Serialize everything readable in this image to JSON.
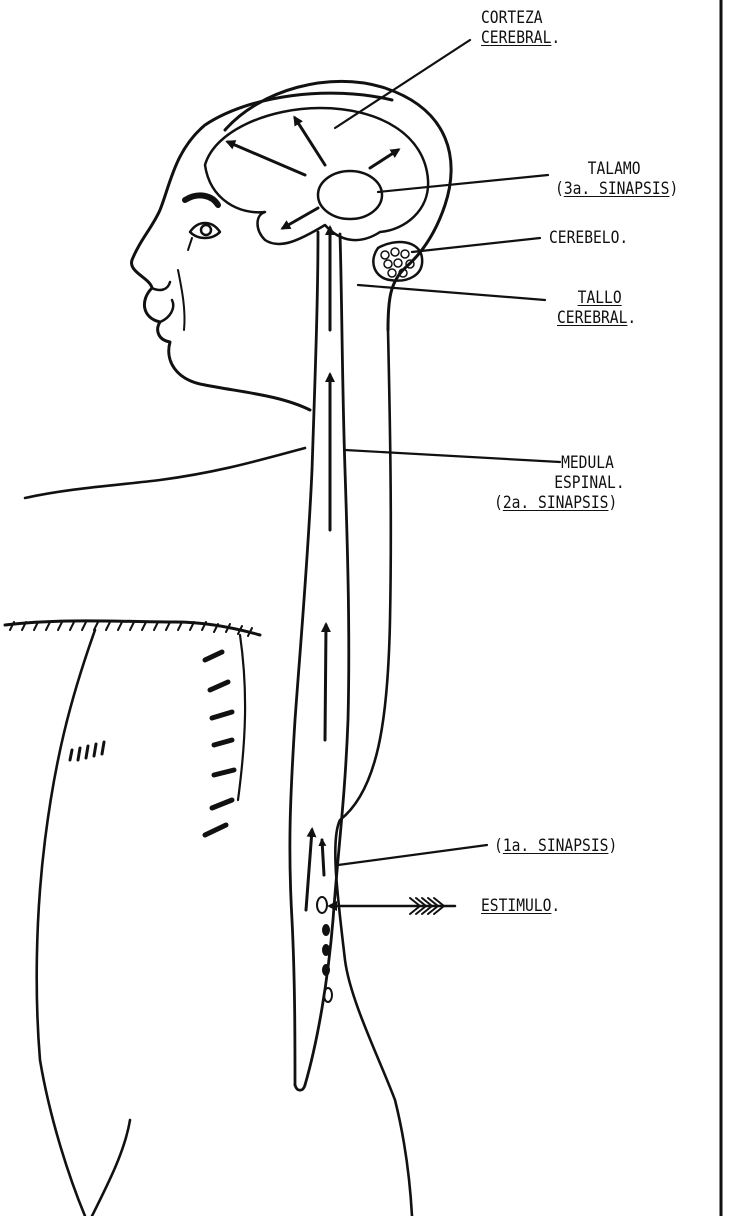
{
  "labels": {
    "corteza": {
      "line1": "CORTEZA",
      "line2": "CEREBRAL",
      "suffix": "."
    },
    "talamo": {
      "line1": "TALAMO",
      "paren_open": "(",
      "line2": "3a. SINAPSIS",
      "paren_close": ")"
    },
    "cerebelo": {
      "text": "CEREBELO."
    },
    "tallo": {
      "line1": "TALLO",
      "line2": "CEREBRAL",
      "suffix": "."
    },
    "medula": {
      "line1": "MEDULA",
      "line2": "ESPINAL.",
      "paren_open": "(",
      "line3": "2a. SINAPSIS",
      "paren_close": ")"
    },
    "primera": {
      "paren_open": "(",
      "text": "1a. SINAPSIS",
      "paren_close": ")"
    },
    "estimulo": {
      "text": "ESTIMULO",
      "suffix": "."
    }
  },
  "colors": {
    "ink": "#111111",
    "paper": "#ffffff"
  }
}
